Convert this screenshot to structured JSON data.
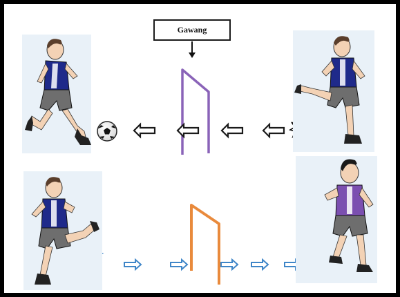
{
  "goal_label": "Gawang",
  "colors": {
    "frame": "#000000",
    "upper_goal": "#8a63b8",
    "lower_goal": "#e98a3c",
    "upper_arrows": "#1a1a1a",
    "lower_arrows": "#3f86c8",
    "jersey": "#1f2a8a",
    "shorts": "#6e6e6e"
  },
  "rows": [
    {
      "name": "upper-row",
      "direction": "left",
      "arrow_count": 4
    },
    {
      "name": "lower-row",
      "direction": "right",
      "arrow_count": 5
    }
  ],
  "icons": [
    "soccer-ball-icon",
    "kick-impact-icon",
    "left-arrow-icon",
    "right-arrow-icon"
  ]
}
